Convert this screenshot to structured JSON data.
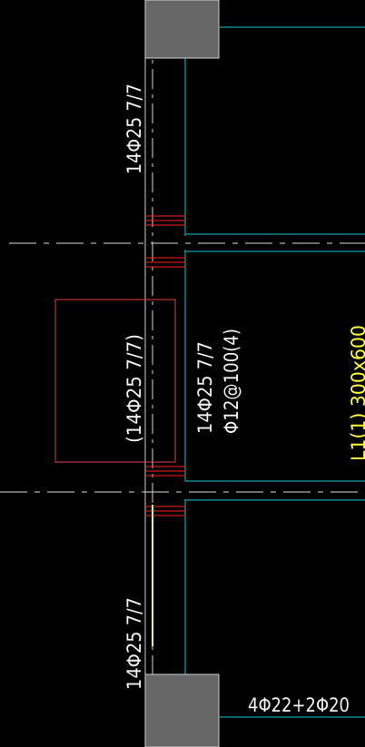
{
  "drawing": {
    "colors": {
      "background": "#000000",
      "column_fill": "#666666",
      "beam_outline": "#00c8d2",
      "axis_line": "#d8d8d8",
      "stirrup_mark": "#ff2020",
      "highlight_box": "#e04040",
      "rebar_yellow": "#ffff66",
      "text_white": "#f2f2f2",
      "text_yellow": "#ffff33"
    },
    "labels": {
      "upper_rebar": "14Φ25 7/7",
      "middle_rebar_bracketed": "(14Φ25 7/7)",
      "beam_rebar": "14Φ25 7/7",
      "beam_stirrup": "Φ12@100(4)",
      "lower_rebar": "14Φ25 7/7",
      "beam_span_partial": "L1(1) 300x600",
      "bottom_rebar": "4Φ22+2Φ20"
    }
  }
}
